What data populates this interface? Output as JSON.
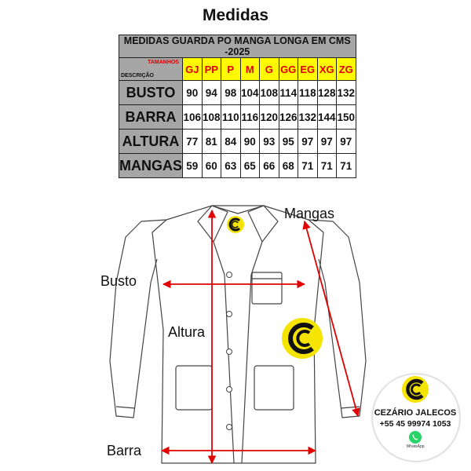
{
  "title": "Medidas",
  "table": {
    "caption": "MEDIDAS GUARDA PO MANGA LONGA EM CMS -2025",
    "corner_top": "TAMANHOS",
    "corner_bottom": "DESCRIÇÃO",
    "sizes": [
      "GJ",
      "PP",
      "P",
      "M",
      "G",
      "GG",
      "EG",
      "XG",
      "ZG"
    ],
    "rows": [
      {
        "label": "BUSTO",
        "values": [
          "90",
          "94",
          "98",
          "104",
          "108",
          "114",
          "118",
          "128",
          "132"
        ]
      },
      {
        "label": "BARRA",
        "values": [
          "106",
          "108",
          "110",
          "116",
          "120",
          "126",
          "132",
          "144",
          "150"
        ]
      },
      {
        "label": "ALTURA",
        "values": [
          "77",
          "81",
          "84",
          "90",
          "93",
          "95",
          "97",
          "97",
          "97"
        ]
      },
      {
        "label": "MANGAS",
        "values": [
          "59",
          "60",
          "63",
          "65",
          "66",
          "68",
          "71",
          "71",
          "71"
        ]
      }
    ]
  },
  "labels": {
    "mangas": "Mangas",
    "busto": "Busto",
    "altura": "Altura",
    "barra": "Barra"
  },
  "brand": {
    "name": "CEZÁRIO JALECOS",
    "phone": "+55 45 99974 1053",
    "whatsapp_caption": "WhatsApp",
    "logo_color": "#f5e400",
    "whatsapp_color": "#25d366"
  },
  "colors": {
    "header_gray": "#a6a6a6",
    "size_yellow": "#fffa00",
    "size_red": "#e00000",
    "arrow_red": "#e00000"
  }
}
